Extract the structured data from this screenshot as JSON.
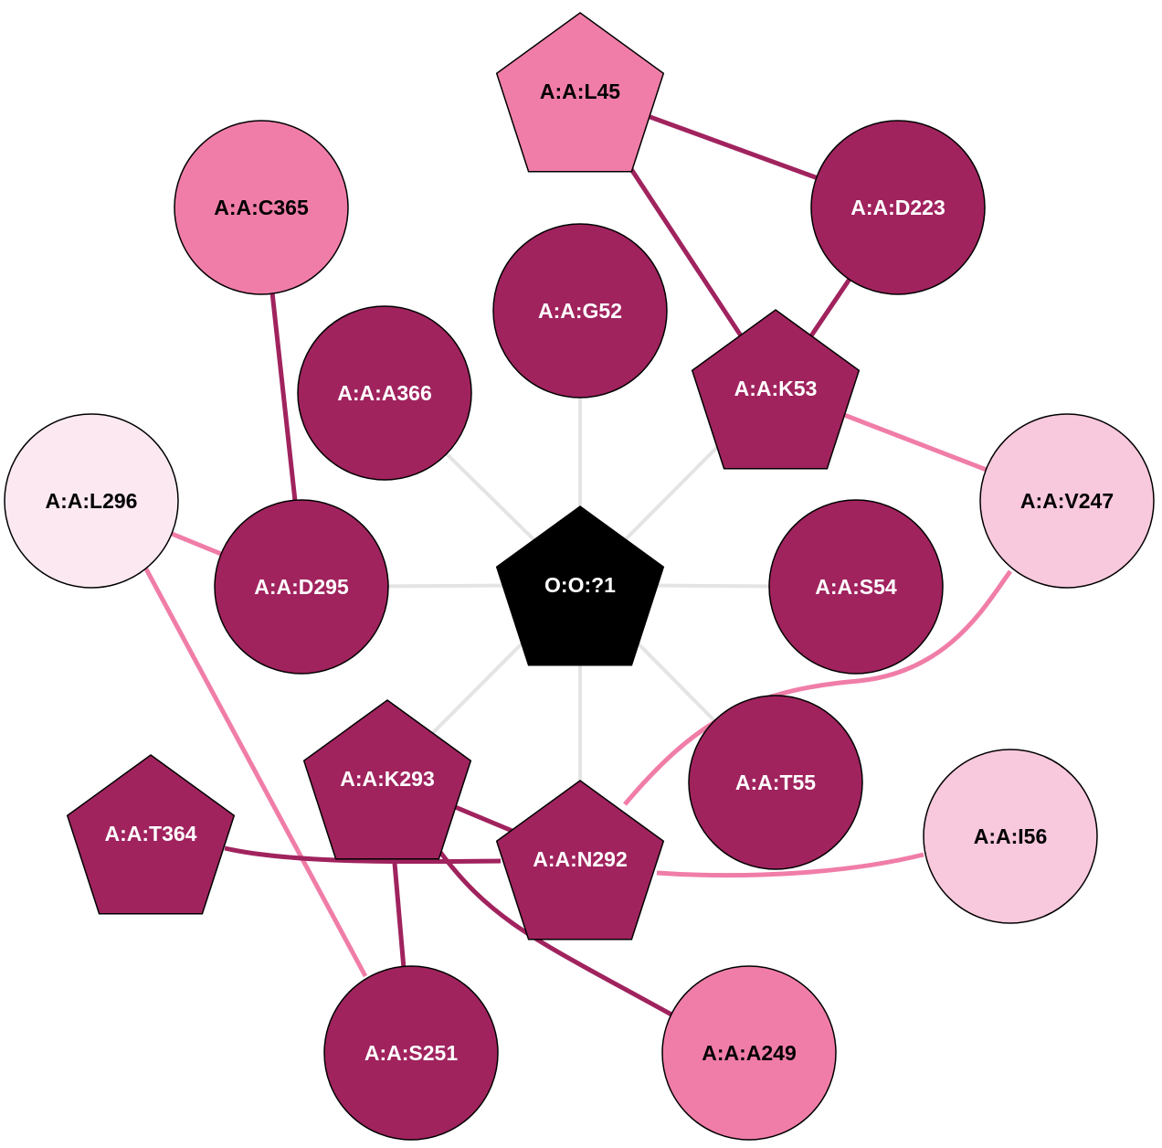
{
  "colors": {
    "dark": "#a0235e",
    "medium": "#f07da8",
    "light": "#f8c8dc",
    "pale": "#fbe8f1",
    "center": "#000000",
    "center_edge": "#e4e4e4",
    "text_on_dark": "#ffffff",
    "text_on_light": "#000000"
  },
  "nodes": [
    {
      "id": "center",
      "label": "O:O:?1",
      "shape": "pentagon",
      "fill": "center"
    },
    {
      "id": "g52",
      "label": "A:A:G52",
      "shape": "circle",
      "fill": "dark"
    },
    {
      "id": "k53",
      "label": "A:A:K53",
      "shape": "pentagon",
      "fill": "dark"
    },
    {
      "id": "s54",
      "label": "A:A:S54",
      "shape": "circle",
      "fill": "dark"
    },
    {
      "id": "t55",
      "label": "A:A:T55",
      "shape": "circle",
      "fill": "dark"
    },
    {
      "id": "n292",
      "label": "A:A:N292",
      "shape": "pentagon",
      "fill": "dark"
    },
    {
      "id": "k293",
      "label": "A:A:K293",
      "shape": "pentagon",
      "fill": "dark"
    },
    {
      "id": "d295",
      "label": "A:A:D295",
      "shape": "circle",
      "fill": "dark"
    },
    {
      "id": "a366",
      "label": "A:A:A366",
      "shape": "circle",
      "fill": "dark"
    },
    {
      "id": "l45",
      "label": "A:A:L45",
      "shape": "pentagon",
      "fill": "medium"
    },
    {
      "id": "d223",
      "label": "A:A:D223",
      "shape": "circle",
      "fill": "dark"
    },
    {
      "id": "v247",
      "label": "A:A:V247",
      "shape": "circle",
      "fill": "light"
    },
    {
      "id": "i56",
      "label": "A:A:I56",
      "shape": "circle",
      "fill": "light"
    },
    {
      "id": "a249",
      "label": "A:A:A249",
      "shape": "circle",
      "fill": "medium"
    },
    {
      "id": "s251",
      "label": "A:A:S251",
      "shape": "circle",
      "fill": "dark"
    },
    {
      "id": "t364",
      "label": "A:A:T364",
      "shape": "pentagon",
      "fill": "dark"
    },
    {
      "id": "l296",
      "label": "A:A:L296",
      "shape": "circle",
      "fill": "pale"
    },
    {
      "id": "c365",
      "label": "A:A:C365",
      "shape": "circle",
      "fill": "medium"
    }
  ],
  "edges": [
    {
      "from": "center",
      "to": "g52",
      "color": "center_edge"
    },
    {
      "from": "center",
      "to": "k53",
      "color": "center_edge"
    },
    {
      "from": "center",
      "to": "s54",
      "color": "center_edge"
    },
    {
      "from": "center",
      "to": "t55",
      "color": "center_edge"
    },
    {
      "from": "center",
      "to": "n292",
      "color": "center_edge"
    },
    {
      "from": "center",
      "to": "k293",
      "color": "center_edge"
    },
    {
      "from": "center",
      "to": "d295",
      "color": "center_edge"
    },
    {
      "from": "center",
      "to": "a366",
      "color": "center_edge"
    },
    {
      "from": "l45",
      "to": "d223",
      "color": "dark"
    },
    {
      "from": "l45",
      "to": "k53",
      "color": "dark"
    },
    {
      "from": "d223",
      "to": "k53",
      "color": "dark"
    },
    {
      "from": "k53",
      "to": "v247",
      "color": "medium"
    },
    {
      "from": "v247",
      "to": "n292",
      "color": "medium"
    },
    {
      "from": "c365",
      "to": "d295",
      "color": "dark"
    },
    {
      "from": "l296",
      "to": "d295",
      "color": "medium"
    },
    {
      "from": "l296",
      "to": "s251",
      "color": "medium"
    },
    {
      "from": "k293",
      "to": "n292",
      "color": "dark"
    },
    {
      "from": "k293",
      "to": "s251",
      "color": "dark"
    },
    {
      "from": "k293",
      "to": "a249",
      "color": "dark"
    },
    {
      "from": "t364",
      "to": "n292",
      "color": "dark"
    },
    {
      "from": "n292",
      "to": "i56",
      "color": "medium"
    }
  ]
}
